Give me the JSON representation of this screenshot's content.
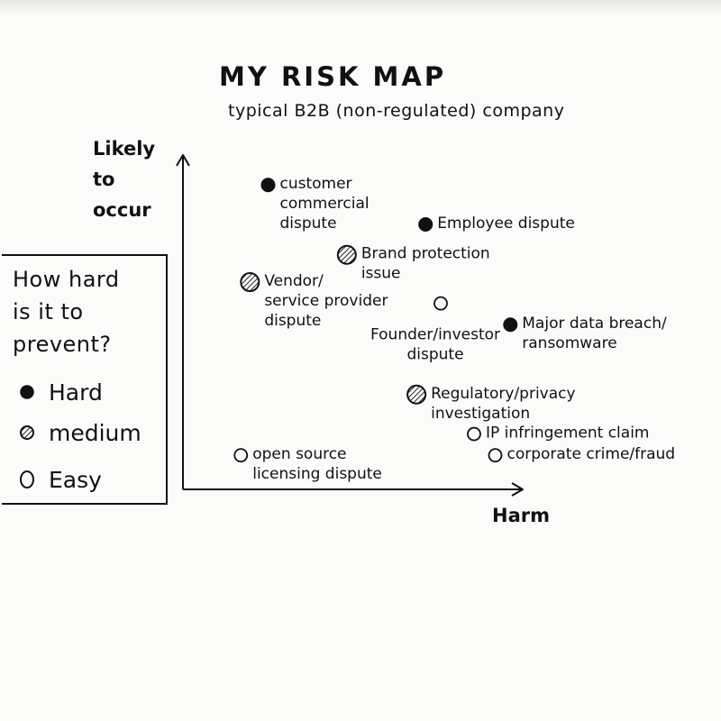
{
  "chart_data": {
    "type": "scatter",
    "title": "MY RISK MAP",
    "subtitle": "typical B2B (non-regulated) company",
    "xlabel": "Harm",
    "ylabel": [
      "Likely",
      "to",
      "occur"
    ],
    "xlim": [
      0,
      10
    ],
    "ylim": [
      0,
      10
    ],
    "grid": false,
    "legend": {
      "position": "left",
      "title": [
        "How hard",
        "is it to",
        "prevent?"
      ],
      "entries": [
        {
          "key": "hard",
          "label": "Hard"
        },
        {
          "key": "medium",
          "label": "medium"
        },
        {
          "key": "easy",
          "label": "Easy"
        }
      ]
    },
    "points": [
      {
        "label": [
          "customer",
          "commercial",
          "dispute"
        ],
        "x": 1.8,
        "y": 9.4,
        "prevent": "hard"
      },
      {
        "label": [
          "Employee  dispute"
        ],
        "x": 7.0,
        "y": 8.1,
        "prevent": "hard"
      },
      {
        "label": [
          "Brand protection",
          "issue"
        ],
        "x": 4.4,
        "y": 7.1,
        "prevent": "medium"
      },
      {
        "label": [
          "Vendor/",
          "service provider",
          "dispute"
        ],
        "x": 1.2,
        "y": 6.2,
        "prevent": "medium"
      },
      {
        "label": [
          "Founder/investor",
          "dispute"
        ],
        "x": 7.5,
        "y": 5.5,
        "prevent": "easy"
      },
      {
        "label": [
          "Major data breach/",
          "ransomware"
        ],
        "x": 9.8,
        "y": 4.8,
        "prevent": "hard"
      },
      {
        "label": [
          "Regulatory/privacy",
          "investigation"
        ],
        "x": 6.7,
        "y": 2.5,
        "prevent": "medium"
      },
      {
        "label": [
          "IP infringement  claim"
        ],
        "x": 8.6,
        "y": 1.2,
        "prevent": "easy"
      },
      {
        "label": [
          "corporate crime/fraud"
        ],
        "x": 9.3,
        "y": 0.5,
        "prevent": "easy"
      },
      {
        "label": [
          "open source",
          "licensing dispute"
        ],
        "x": 0.9,
        "y": 0.5,
        "prevent": "easy"
      }
    ]
  },
  "colors": {
    "ink": "#111111",
    "paper": "#fbfbfa"
  }
}
